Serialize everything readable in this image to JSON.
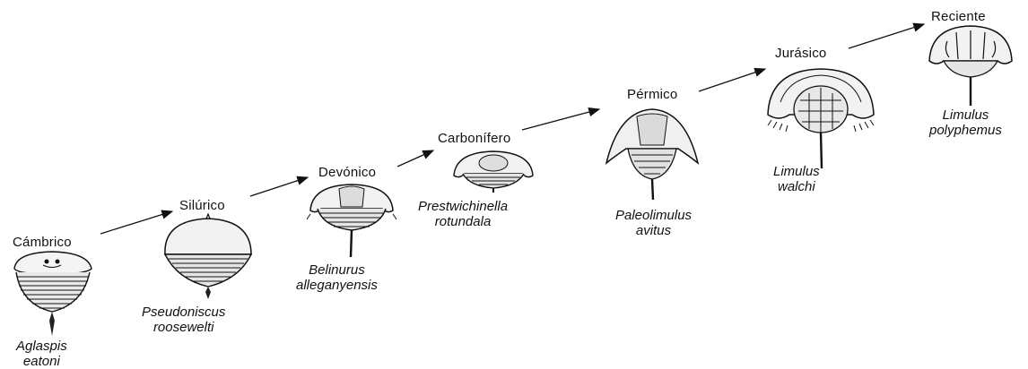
{
  "stages": [
    {
      "period": "Cámbrico",
      "genus": "Aglaspis",
      "species": "eatoni"
    },
    {
      "period": "Silúrico",
      "genus": "Pseudoniscus",
      "species": "roosewelti"
    },
    {
      "period": "Devónico",
      "genus": "Belinurus",
      "species": "alleganyensis"
    },
    {
      "period": "Carbonífero",
      "genus": "Prestwichinella",
      "species": "rotundala"
    },
    {
      "period": "Pérmico",
      "genus": "Paleolimulus",
      "species": "avitus"
    },
    {
      "period": "Jurásico",
      "genus": "Limulus",
      "species": "walchi"
    },
    {
      "period": "Reciente",
      "genus": "Limulus",
      "species": "polyphemus"
    }
  ],
  "colors": {
    "ink": "#111111",
    "background": "#ffffff"
  }
}
